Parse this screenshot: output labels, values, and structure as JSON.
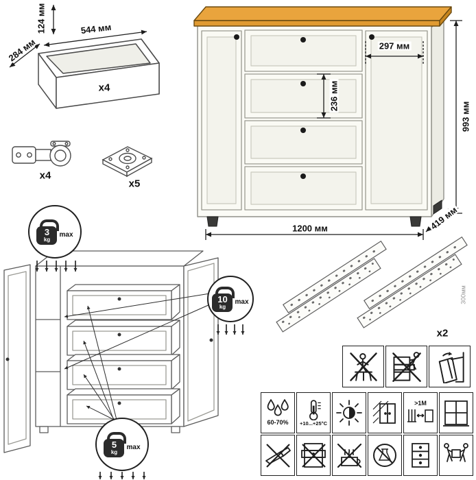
{
  "sheet": {
    "background": "#ffffff"
  },
  "colors": {
    "wood_top": "#E9A43D",
    "cabinet_body": "#FBFBF6",
    "line": "#1f1f1f"
  },
  "drawer_box": {
    "height": "124 мм",
    "width": "544 мм",
    "depth": "284 мм",
    "count": "x4"
  },
  "hardware": {
    "hinge_count": "x4",
    "foot_count": "x5"
  },
  "dresser": {
    "height": "993 мм",
    "width": "1200 мм",
    "depth": "419 мм",
    "door_width": "297 мм",
    "drawer_front_height": "236 мм"
  },
  "load_limits": {
    "top": {
      "value": "3",
      "unit": "kg",
      "suffix": "max"
    },
    "shelf": {
      "value": "10",
      "unit": "kg",
      "suffix": "max"
    },
    "drawer": {
      "value": "5",
      "unit": "kg",
      "suffix": "max"
    }
  },
  "slides": {
    "count": "x2",
    "length": "300мм"
  },
  "care_grid": {
    "humidity": "60-70%",
    "temperature": "+10...+25°C",
    "distance": ">1M",
    "row1_icons": [
      "no-sitting",
      "no-climbing",
      "anti-tip-wall-anchor"
    ],
    "row2_icons": [
      "humidity-range",
      "temperature-range",
      "avoid-direct-sun",
      "keep-in-shade",
      "heat-source-distance",
      "ventilation-window"
    ],
    "row3_icons": [
      "no-sharp-objects",
      "no-load-on-open-drawer",
      "no-hot-items",
      "no-solvents",
      "drawers",
      "carry-with-two"
    ]
  }
}
